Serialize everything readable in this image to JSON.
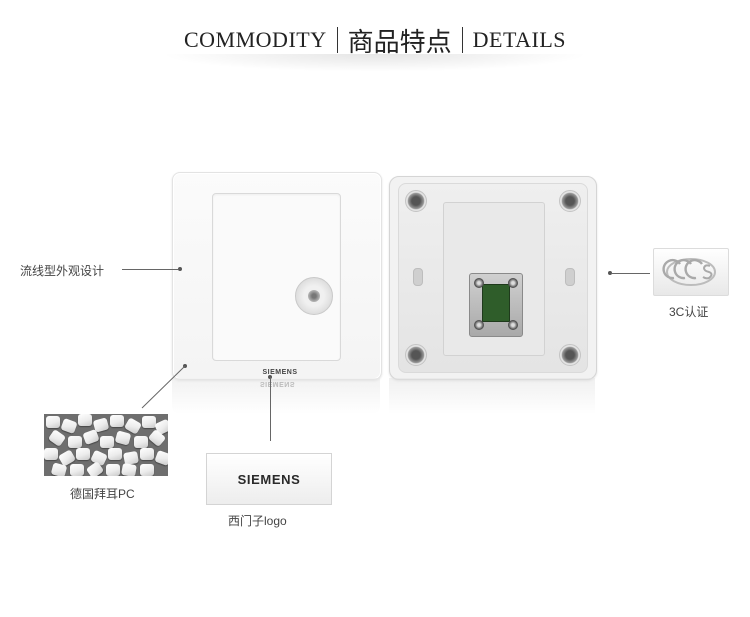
{
  "header": {
    "left_en": "COMMODITY",
    "center_cn": "商品特点",
    "right_en": "DETAILS"
  },
  "callouts": {
    "design": "流线型外观设计",
    "material": "德国拜耳PC",
    "logo": "西门子logo",
    "certification": "3C认证"
  },
  "brand": {
    "front": "SIEMENS",
    "logo_box": "SIEMENS",
    "reflection": "SIEMENS"
  },
  "icons": {
    "coax_socket": "coax-socket-icon",
    "cert_badge": "ccc-badge-icon"
  }
}
